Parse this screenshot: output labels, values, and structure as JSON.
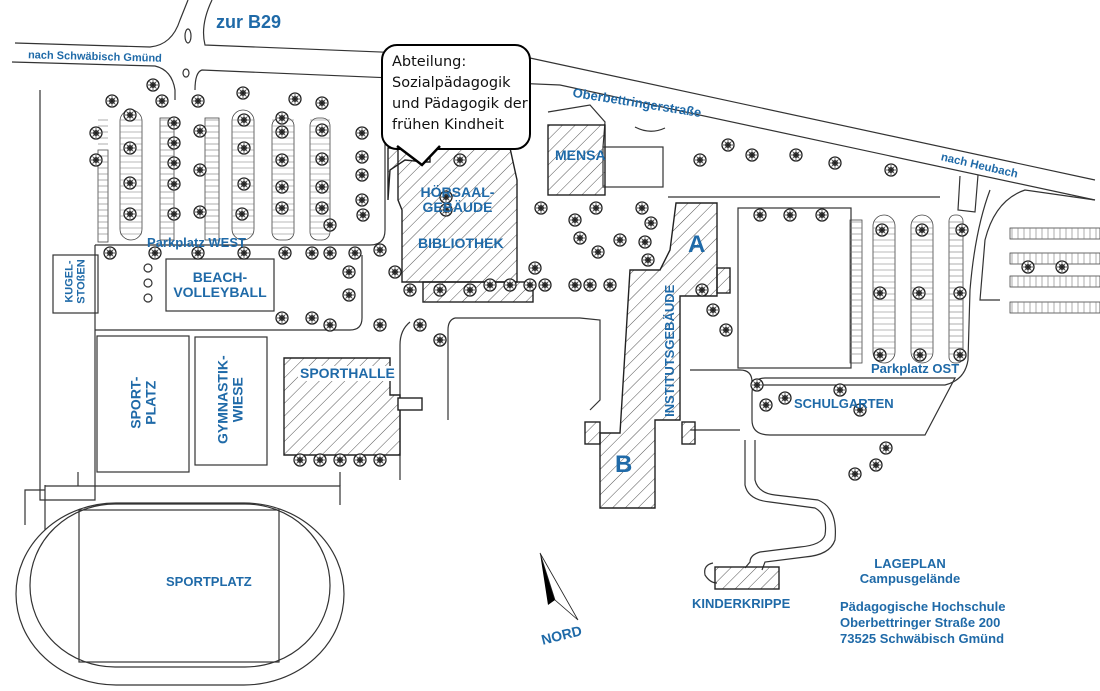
{
  "title": "Lageplan Campusgelände",
  "callout": {
    "lines": [
      "Abteilung:",
      "Sozialpädagogik",
      "und Pädagogik der",
      "frühen Kindheit"
    ]
  },
  "roads": {
    "b29": "zur B29",
    "gmuend": "nach Schwäbisch Gmünd",
    "oberbettringer": "Oberbettringerstraße",
    "heubach": "nach Heubach"
  },
  "areas": {
    "parkplatz_west": "Parkplatz WEST",
    "parkplatz_ost": "Parkplatz OST",
    "kugelstossen": [
      "KUGEL-",
      "STOßEN"
    ],
    "beachvolleyball": [
      "BEACH-",
      "VOLLEYBALL"
    ],
    "sportplatz_small": [
      "SPORT-",
      "PLATZ"
    ],
    "gymnastikwiese": [
      "GYMNASTIK-",
      "WIESE"
    ],
    "sporthalle": "SPORTHALLE",
    "sportplatz": "SPORTPLATZ",
    "hoersaal": [
      "HÖRSAAL-",
      "GEBÄUDE"
    ],
    "bibliothek": "BIBLIOTHEK",
    "mensa": "MENSA",
    "building_a": "A",
    "building_b": "B",
    "institutsgebaeude": "INSTITUTSGEBÄUDE",
    "schulgarten": "SCHULGARTEN",
    "kinderkrippe": "KINDERKRIPPE"
  },
  "compass": {
    "label": "NORD"
  },
  "legend": {
    "heading": "LAGEPLAN",
    "subheading": "Campusgelände",
    "address": [
      "Pädagogische Hochschule",
      "Oberbettringer Straße 200",
      "73525 Schwäbisch Gmünd"
    ]
  },
  "colors": {
    "label": "#1f6aa8",
    "line": "#333333",
    "text": "#111111"
  }
}
